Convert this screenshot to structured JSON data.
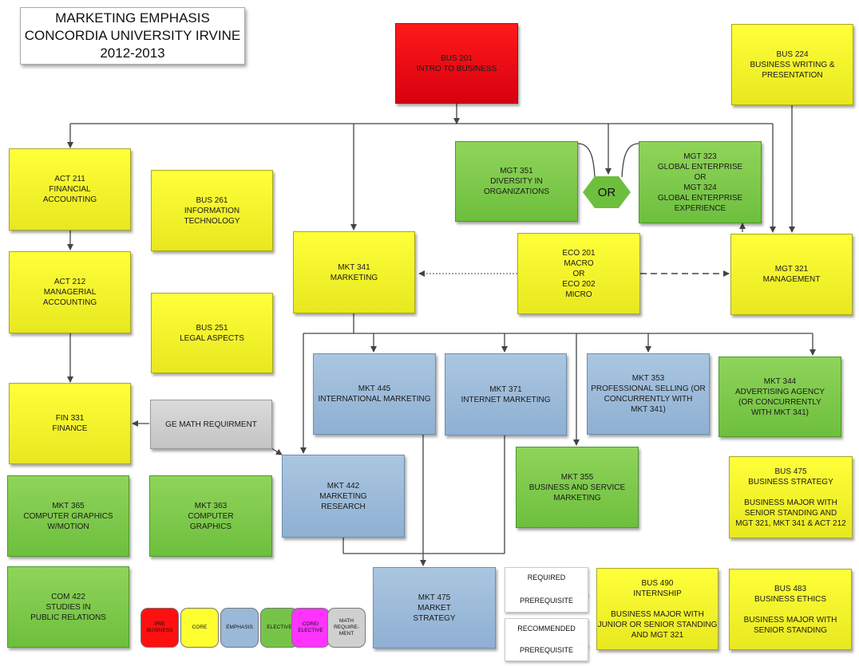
{
  "title": {
    "line1": "MARKETING EMPHASIS",
    "line2": "CONCORDIA UNIVERSITY IRVINE",
    "line3": "2012-2013"
  },
  "nodes": {
    "bus201": "BUS 201\nINTRO TO BUSINESS",
    "bus224": "BUS 224\nBUSINESS WRITING &\nPRESENTATION",
    "act211": "ACT 211\nFINANCIAL\nACCOUNTING",
    "bus261": "BUS 261\nINFORMATION\nTECHNOLOGY",
    "mgt351": "MGT 351\nDIVERSITY IN\nORGANIZATIONS",
    "or": "OR",
    "mgt323": "MGT 323\nGLOBAL ENTERPRISE\nOR\nMGT 324\nGLOBAL ENTERPRISE\nEXPERIENCE",
    "act212": "ACT 212\nMANAGERIAL\nACCOUNTING",
    "mkt341": "MKT 341\nMARKETING",
    "eco201": "ECO 201\nMACRO\nOR\nECO 202\nMICRO",
    "mgt321": "MGT 321\nMANAGEMENT",
    "bus251": "BUS 251\nLEGAL ASPECTS",
    "mkt445": "MKT 445\nINTERNATIONAL MARKETING",
    "mkt371": "MKT 371\nINTERNET MARKETING",
    "mkt353": "MKT 353\nPROFESSIONAL SELLING (OR\nCONCURRENTLY WITH\nMKT 341)",
    "mkt344": "MKT 344\nADVERTISING AGENCY\n(OR CONCURRENTLY\nWITH MKT 341)",
    "fin331": "FIN 331\nFINANCE",
    "gemath": "GE MATH REQUIRMENT",
    "mkt355": "MKT 355\nBUSINESS AND SERVICE\nMARKETING",
    "bus475": "BUS 475\nBUSINESS STRATEGY\n\nBUSINESS MAJOR WITH\nSENIOR STANDING AND\nMGT 321, MKT 341 & ACT 212",
    "mkt365": "MKT 365\nCOMPUTER GRAPHICS\nW/MOTION",
    "mkt363": "MKT 363\nCOMPUTER\nGRAPHICS",
    "mkt442": "MKT 442\nMARKETING\nRESEARCH",
    "com422": "COM 422\nSTUDIES IN\nPUBLIC RELATIONS",
    "mkt475": "MKT 475\nMARKET\nSTRATEGY",
    "bus490": "BUS 490\nINTERNSHIP\n\nBUSINESS MAJOR WITH\nJUNIOR OR SENIOR STANDING\nAND MGT 321",
    "bus483": "BUS 483\nBUSINESS ETHICS\n\nBUSINESS MAJOR WITH\nSENIOR STANDING"
  },
  "legend": {
    "pre_business": "PRE\nBUSINESS",
    "core": "CORE",
    "emphasis": "EMPHASIS",
    "elective": "ELECTIVE",
    "core_elective": "CORE/\nELECTIVE",
    "math": "MATH\nREQUIRE-\nMENT"
  },
  "key": {
    "required_top": "REQUIRED",
    "required_bottom": "PREREQUISITE",
    "recommended_top": "RECOMMENDED",
    "recommended_bottom": "PREREQUISITE"
  },
  "colors": {
    "pre_business": "#ff1a1a",
    "core": "#ffff30",
    "emphasis": "#9ab8d8",
    "elective": "#76c447",
    "core_elective": "#ff33ff",
    "math": "#d0d0d0"
  }
}
